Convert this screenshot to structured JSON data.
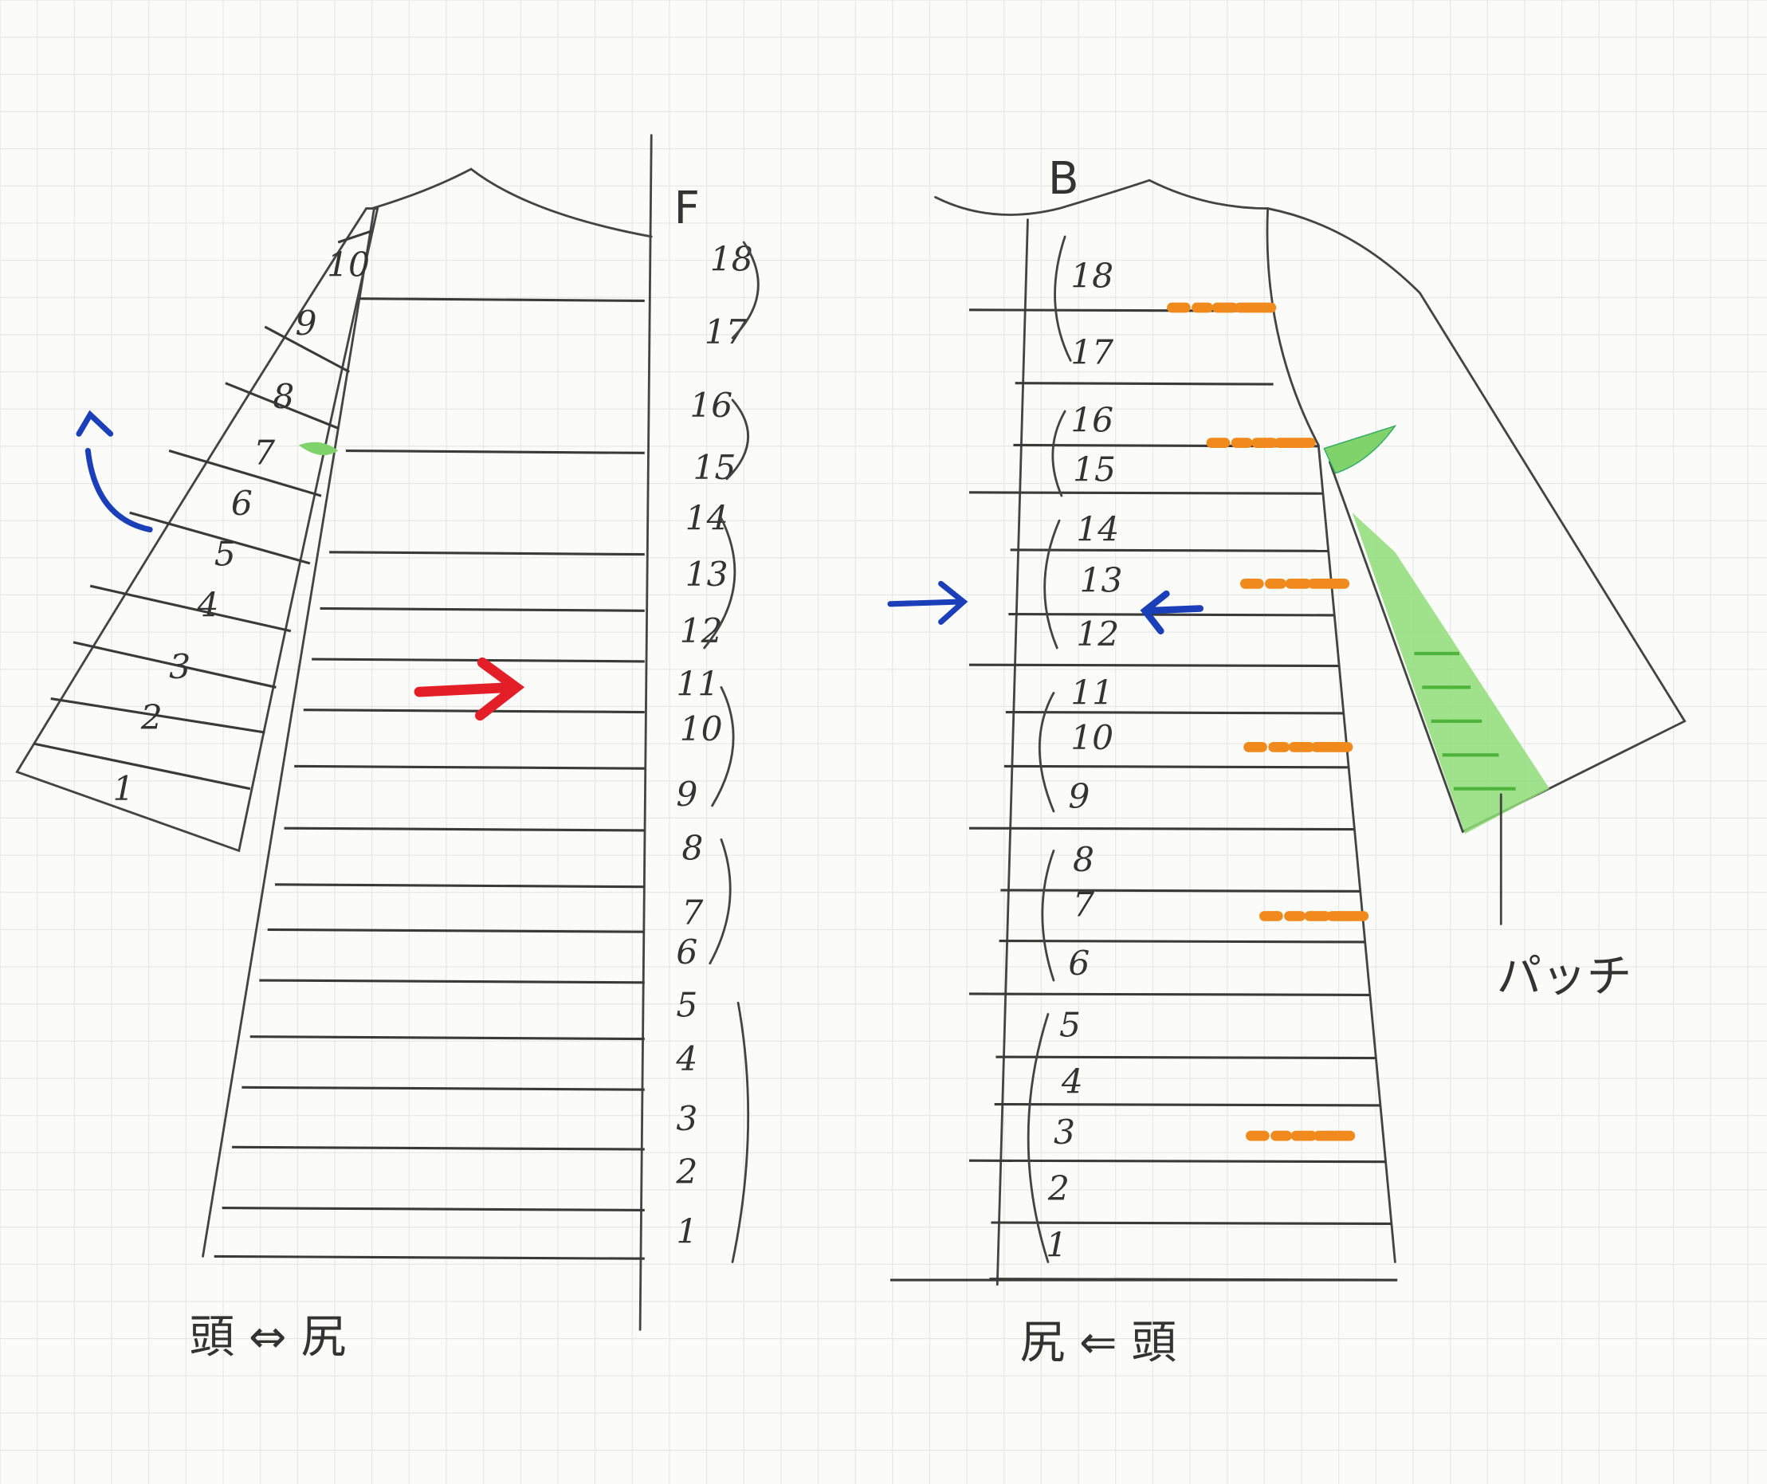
{
  "front": {
    "label": "F",
    "body_rows": [
      "18",
      "17",
      "16",
      "15",
      "14",
      "13",
      "12",
      "11",
      "10",
      "9",
      "8",
      "7",
      "6",
      "5",
      "4",
      "3",
      "2",
      "1"
    ],
    "sleeve_rows": [
      "10",
      "9",
      "8",
      "7",
      "6",
      "5",
      "4",
      "3",
      "2",
      "1"
    ],
    "direction": "頭 ⇔ 尻"
  },
  "back": {
    "label": "B",
    "body_rows": [
      "18",
      "17",
      "16",
      "15",
      "14",
      "13",
      "12",
      "11",
      "10",
      "9",
      "8",
      "7",
      "6",
      "5",
      "4",
      "3",
      "2",
      "1"
    ],
    "direction": "尻 ⇐ 頭",
    "patch_label": "パッチ"
  },
  "colors": {
    "orange": "#f08a1c",
    "green": "#7fd36a",
    "blue": "#1a3fb8",
    "red": "#e41e26"
  }
}
